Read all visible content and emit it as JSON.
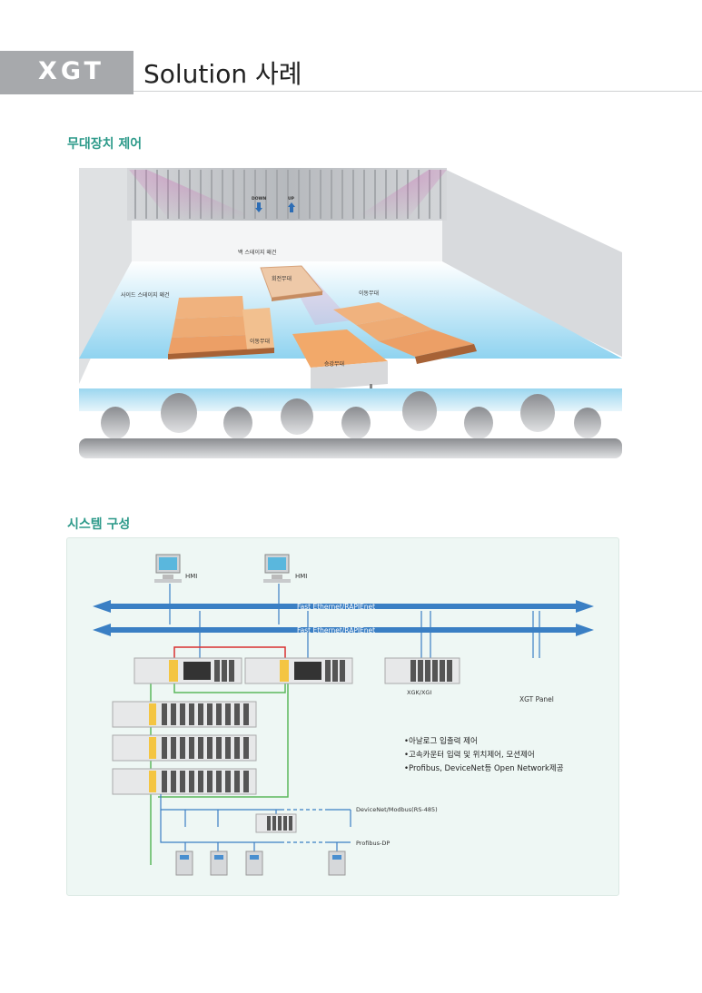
{
  "header": {
    "logo": "XGT",
    "title": "Solution 사례"
  },
  "section1": {
    "title": "무대장치 제어",
    "labels": {
      "down": "DOWN",
      "up": "UP",
      "back_stage": "백 스테이지 왜건",
      "rotating": "회전무대",
      "side_stage": "사이드 스테이지 왜건",
      "moving_right": "이동무대",
      "moving_left": "이동무대",
      "lift": "승강무대"
    }
  },
  "section2": {
    "title": "시스템 구성",
    "hmi1": "HMI",
    "hmi2": "HMI",
    "net1": "Fast Ethernet/RAPIEnet",
    "net2": "Fast Ethernet/RAPIEnet",
    "xgk": "XGK/XGI",
    "panel": "XGT Panel",
    "bullets": [
      "•아날로그 입출력 제어",
      "•고속카운터 입력 및 위치제어, 모션제어",
      "•Profibus, DeviceNet등 Open Network제공"
    ],
    "devicenet": "DeviceNet/Modbus(RS-485)",
    "profibus": "Profibus-DP"
  },
  "colors": {
    "accent": "#2d9a8a",
    "network": "#3a7fc4",
    "red_link": "#d93030",
    "green_link": "#5cb85c"
  }
}
